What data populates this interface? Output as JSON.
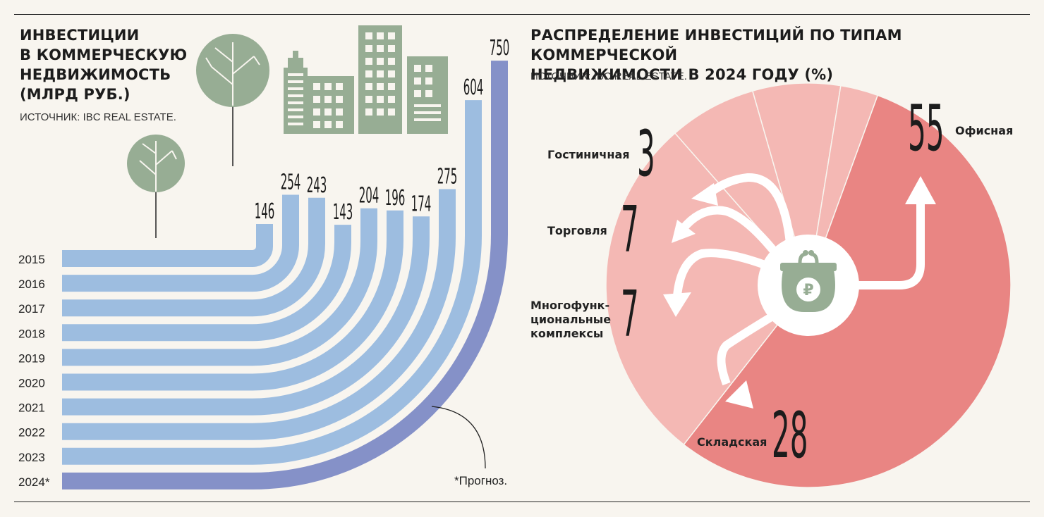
{
  "left": {
    "title_lines": [
      "ИНВЕСТИЦИИ",
      "В КОММЕРЧЕСКУЮ",
      "НЕДВИЖИМОСТЬ",
      "(МЛРД РУБ.)"
    ],
    "source": "ИСТОЧНИК: IBC REAL ESTATE.",
    "footnote": "*Прогноз."
  },
  "right": {
    "title_lines": [
      "РАСПРЕДЕЛЕНИЕ ИНВЕСТИЦИЙ ПО ТИПАМ КОММЕРЧЕСКОЙ",
      "НЕДВИЖИМОСТИ В 2024 ГОДУ (%)"
    ],
    "source": "ИСТОЧНИК: IBC REAL ESTATE.",
    "labels": {
      "office": "Офисная",
      "hotel": "Гостиничная",
      "retail": "Торговля",
      "multi_lines": [
        "Многофунк-",
        "циональные",
        "комплексы"
      ],
      "warehouse": "Складская"
    }
  },
  "colors": {
    "bar": "#9dbde0",
    "bar_forecast": "#8591c8",
    "office": "#e98583",
    "other_sectors": "#f4b8b4",
    "green": "#97ad94"
  },
  "chart_data": [
    {
      "type": "bar",
      "title": "ИНВЕСТИЦИИ В КОММЕРЧЕСКУЮ НЕДВИЖИМОСТЬ (МЛРД РУБ.)",
      "categories": [
        "2015",
        "2016",
        "2017",
        "2018",
        "2019",
        "2020",
        "2021",
        "2022",
        "2023",
        "2024*"
      ],
      "values": [
        146,
        254,
        243,
        143,
        204,
        196,
        174,
        275,
        604,
        750
      ],
      "value_labels": [
        "146",
        "254",
        "243",
        "143",
        "204",
        "196",
        "174",
        "275",
        "604",
        "750"
      ],
      "forecast_index": 9
    },
    {
      "type": "pie",
      "title": "РАСПРЕДЕЛЕНИЕ ИНВЕСТИЦИЙ ПО ТИПАМ КОММЕРЧЕСКОЙ НЕДВИЖИМОСТИ В 2024 ГОДУ (%)",
      "slices": [
        {
          "key": "office",
          "label": "Офисная",
          "value": 55,
          "value_label": "55"
        },
        {
          "key": "warehouse",
          "label": "Складская",
          "value": 28,
          "value_label": "28"
        },
        {
          "key": "multi",
          "label": "Многофункциональные комплексы",
          "value": 7,
          "value_label": "7"
        },
        {
          "key": "retail",
          "label": "Торговля",
          "value": 7,
          "value_label": "7"
        },
        {
          "key": "hotel",
          "label": "Гостиничная",
          "value": 3,
          "value_label": "3"
        }
      ]
    }
  ]
}
